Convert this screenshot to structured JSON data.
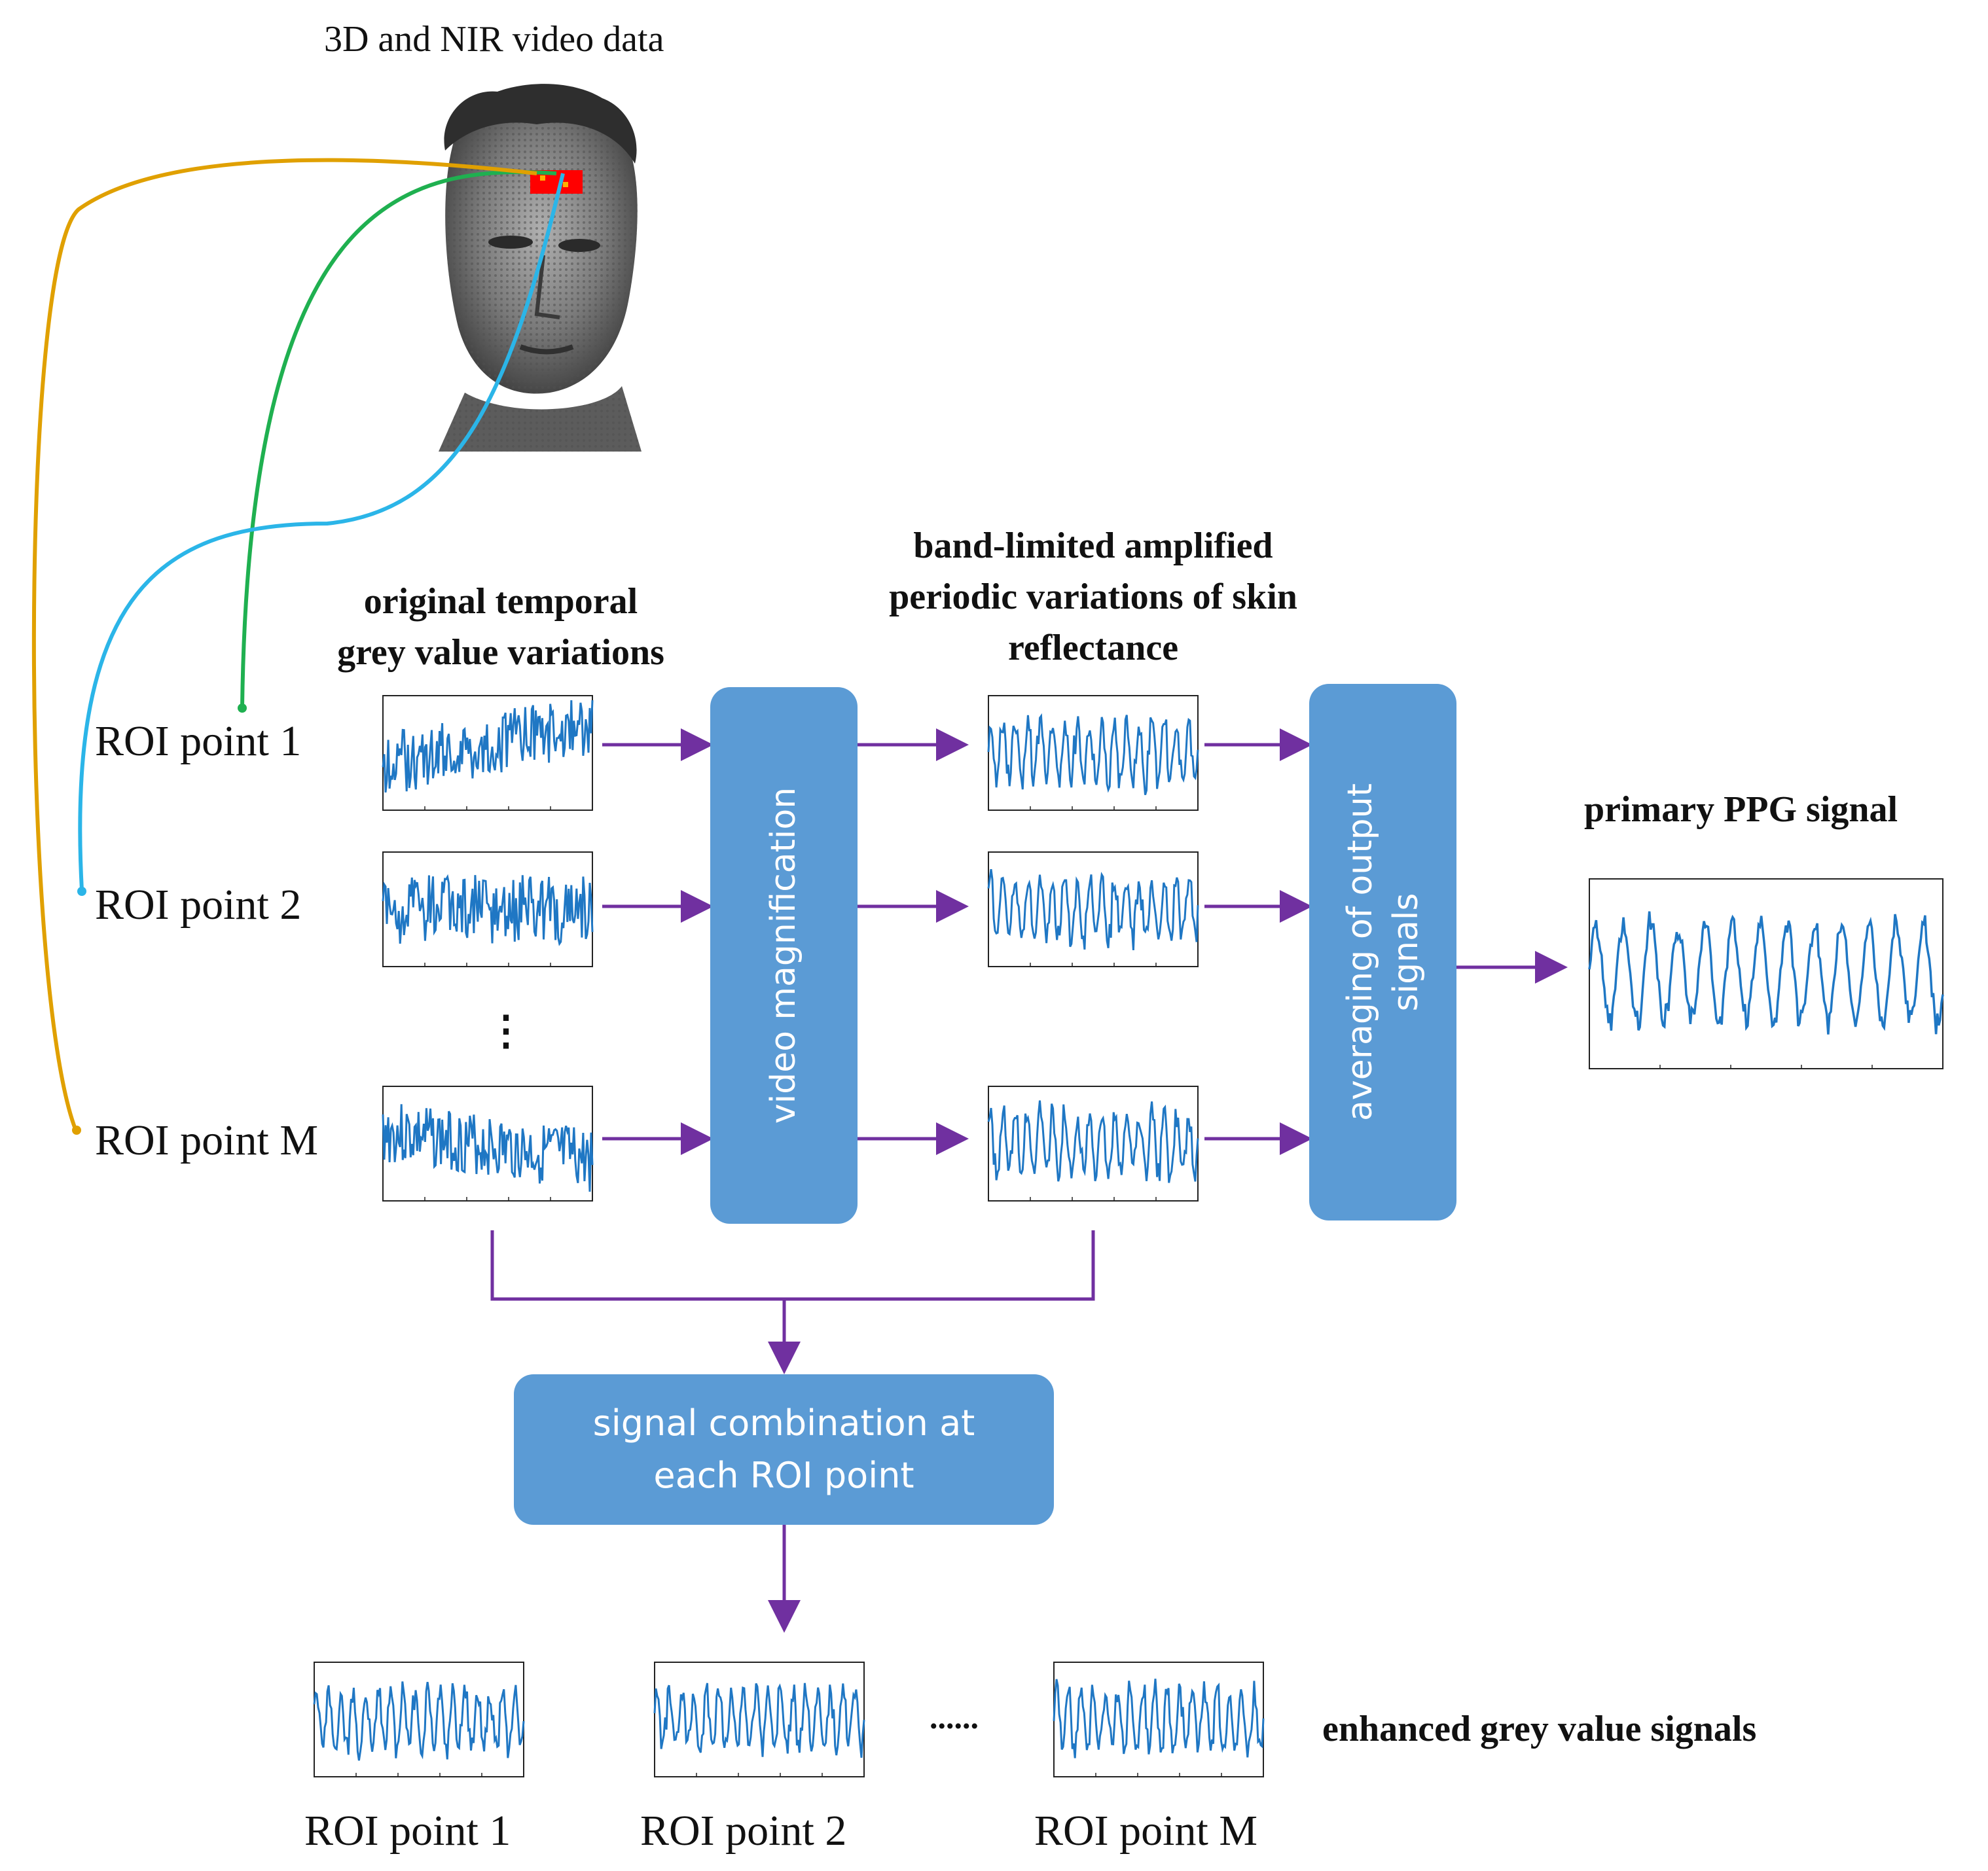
{
  "header": {
    "title": "3D and NIR video data"
  },
  "labels": {
    "input_col_title_line1": "original temporal",
    "input_col_title_line2": "grey value variations",
    "mid_col_title_line1": "band-limited amplified",
    "mid_col_title_line2": "periodic variations of skin",
    "mid_col_title_line3": "reflectance",
    "output_title": "primary PPG signal",
    "enhanced_title": "enhanced grey value signals",
    "roi_1": "ROI point 1",
    "roi_2": "ROI point 2",
    "roi_m": "ROI point M",
    "vdots": "⋮",
    "hdots": "......"
  },
  "boxes": {
    "video_magnification": "video magnification",
    "averaging_line1": "averaging of output",
    "averaging_line2": "signals",
    "combination_line1": "signal combination at",
    "combination_line2": "each ROI point"
  },
  "colors": {
    "box_fill": "#5b9bd5",
    "arrow": "#7030a0",
    "signal": "#1f77c4",
    "curve_roi1": "#1fb050",
    "curve_roi2": "#2bb5e8",
    "curve_roim": "#e0a000",
    "roi_patch": "#ff0000"
  },
  "icons": {
    "face": "face-3d-point-cloud-icon"
  }
}
